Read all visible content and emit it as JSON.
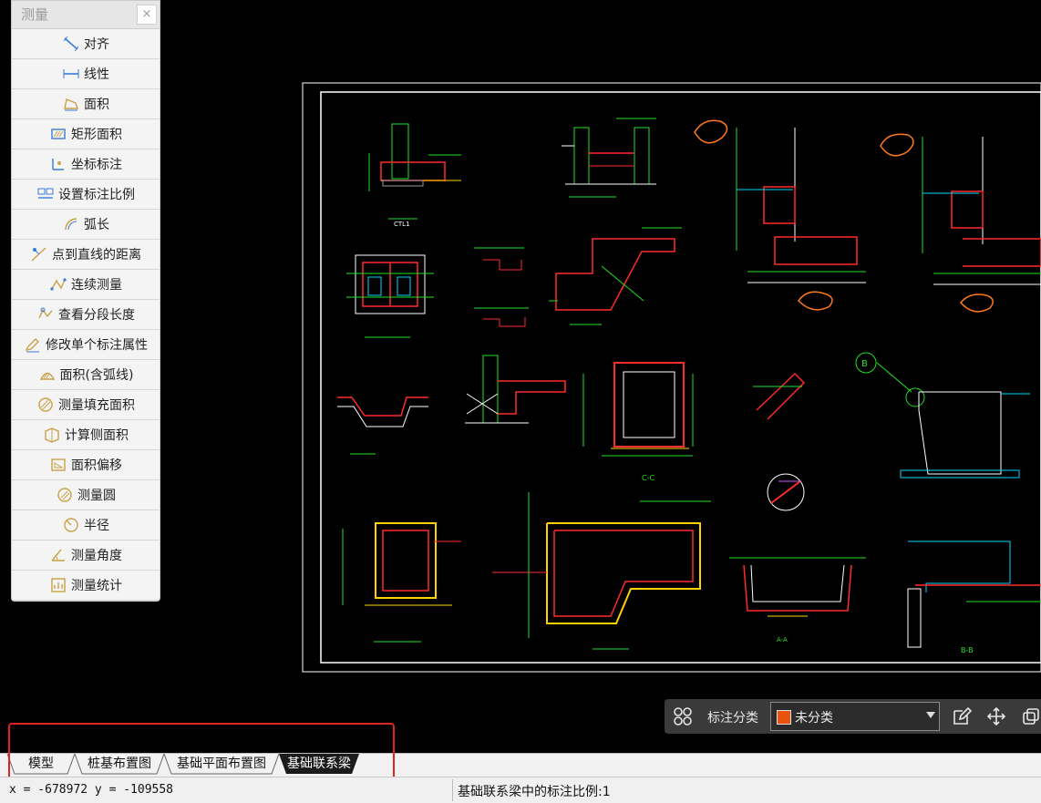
{
  "panel": {
    "title": "测量",
    "close_glyph": "×",
    "tools": [
      {
        "label": "对齐",
        "icon": "aligned-dimension-icon"
      },
      {
        "label": "线性",
        "icon": "linear-dimension-icon"
      },
      {
        "label": "面积",
        "icon": "area-icon"
      },
      {
        "label": "矩形面积",
        "icon": "rectangle-area-icon"
      },
      {
        "label": "坐标标注",
        "icon": "coordinate-annotation-icon"
      },
      {
        "label": "设置标注比例",
        "icon": "annotation-scale-icon"
      },
      {
        "label": "弧长",
        "icon": "arc-length-icon"
      },
      {
        "label": "点到直线的距离",
        "icon": "point-to-line-icon"
      },
      {
        "label": "连续测量",
        "icon": "continuous-measure-icon"
      },
      {
        "label": "查看分段长度",
        "icon": "segment-length-icon"
      },
      {
        "label": "修改单个标注属性",
        "icon": "edit-annotation-icon"
      },
      {
        "label": "面积(含弧线)",
        "icon": "arc-area-icon"
      },
      {
        "label": "测量填充面积",
        "icon": "hatch-area-icon"
      },
      {
        "label": "计算侧面积",
        "icon": "side-area-icon"
      },
      {
        "label": "面积偏移",
        "icon": "area-offset-icon"
      },
      {
        "label": "测量圆",
        "icon": "measure-circle-icon"
      },
      {
        "label": "半径",
        "icon": "radius-icon"
      },
      {
        "label": "测量角度",
        "icon": "measure-angle-icon"
      },
      {
        "label": "测量统计",
        "icon": "measure-statistics-icon"
      }
    ]
  },
  "annotation_bar": {
    "label": "标注分类",
    "selected": "未分类",
    "swatch_color": "#e8520c"
  },
  "tabs": [
    {
      "label": "模型"
    },
    {
      "label": "桩基布置图"
    },
    {
      "label": "基础平面布置图"
    },
    {
      "label": "基础联系梁",
      "active": true
    }
  ],
  "status": {
    "coords": "x = -678972  y = -109558",
    "message": "基础联系梁中的标注比例:1"
  },
  "drawing": {
    "labels": {
      "b": "B",
      "cc": "C-C",
      "bb": "B-B",
      "aa": "A-A",
      "ctl1": "CTL1"
    },
    "colors": {
      "frame": "#ffffff",
      "green": "#22e022",
      "red": "#ff2a2a",
      "cyan": "#00d8ff",
      "orange": "#ff7a1a",
      "yellow": "#ffd200"
    }
  }
}
